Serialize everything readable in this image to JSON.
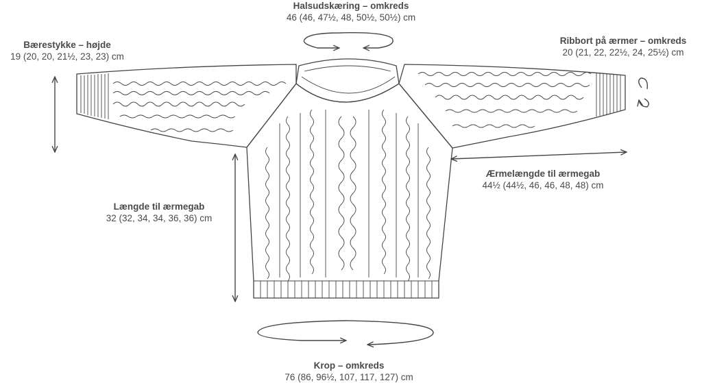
{
  "measurements": {
    "neck": {
      "title": "Halsudskæring – omkreds",
      "value": "46 (46, 47½, 48, 50½, 50½) cm"
    },
    "yoke": {
      "title": "Bærestykke – højde",
      "value": "19 (20, 20, 21½, 23, 23) cm"
    },
    "cuff": {
      "title": "Ribbort på ærmer – omkreds",
      "value": "20 (21, 22, 22½, 24, 25½) cm"
    },
    "sleeve": {
      "title": "Ærmelængde til ærmegab",
      "value": "44½ (44½, 46, 46, 48, 48) cm"
    },
    "body_length": {
      "title": "Længde til ærmegab",
      "value": "32 (32, 34, 34, 36, 36) cm"
    },
    "body_circ": {
      "title": "Krop – omkreds",
      "value": "76 (86, 96½, 107, 117, 127) cm"
    }
  },
  "colors": {
    "ink": "#444444",
    "text": "#4a4a4a",
    "background": "#ffffff"
  }
}
